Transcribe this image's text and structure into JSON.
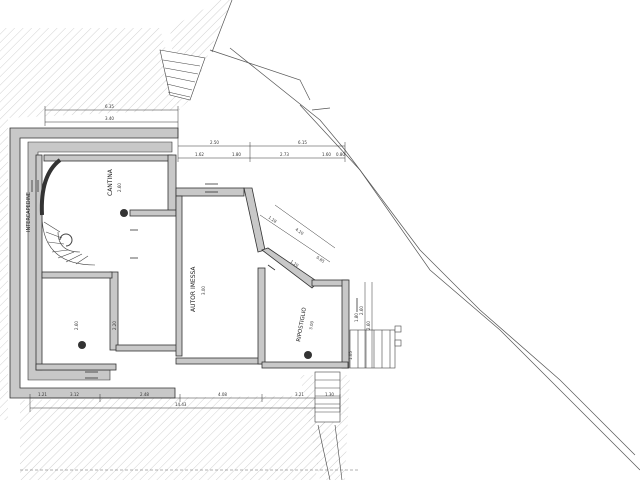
{
  "rooms": {
    "cantina": "CANTINA",
    "intercapedine": "INTERCAPEDINE",
    "autorimessa": "AUTOR IMESSA",
    "ripostiglio": "RIPOSTIGLIO"
  },
  "heights": {
    "h1": "2.60",
    "h2": "2.60",
    "h3": "3.00",
    "h4": "3.00"
  },
  "dims_top": {
    "a": "6.35",
    "b": "3.40",
    "c": "2.50",
    "d": "1.80",
    "e": "2.73",
    "f": "6.15",
    "g": "1.60",
    "h": "0.80",
    "i": "1.62"
  },
  "dims_diag": {
    "a": "1.28",
    "b": "4.20",
    "c": "0.85",
    "d": "1.20"
  },
  "dims_right": {
    "a": "2.60",
    "b": "2.60",
    "c": "1.05",
    "d": "1.80",
    "e": "2.20"
  },
  "dims_bottom": {
    "a": "1.21",
    "b": "3.12",
    "c": "2.48",
    "d": "4.08",
    "e": "3.21",
    "f": "1.30",
    "g": "14.43"
  },
  "colors": {
    "wall": "#c8c8c8",
    "line": "#333333",
    "hatch": "#b4b4b4"
  }
}
